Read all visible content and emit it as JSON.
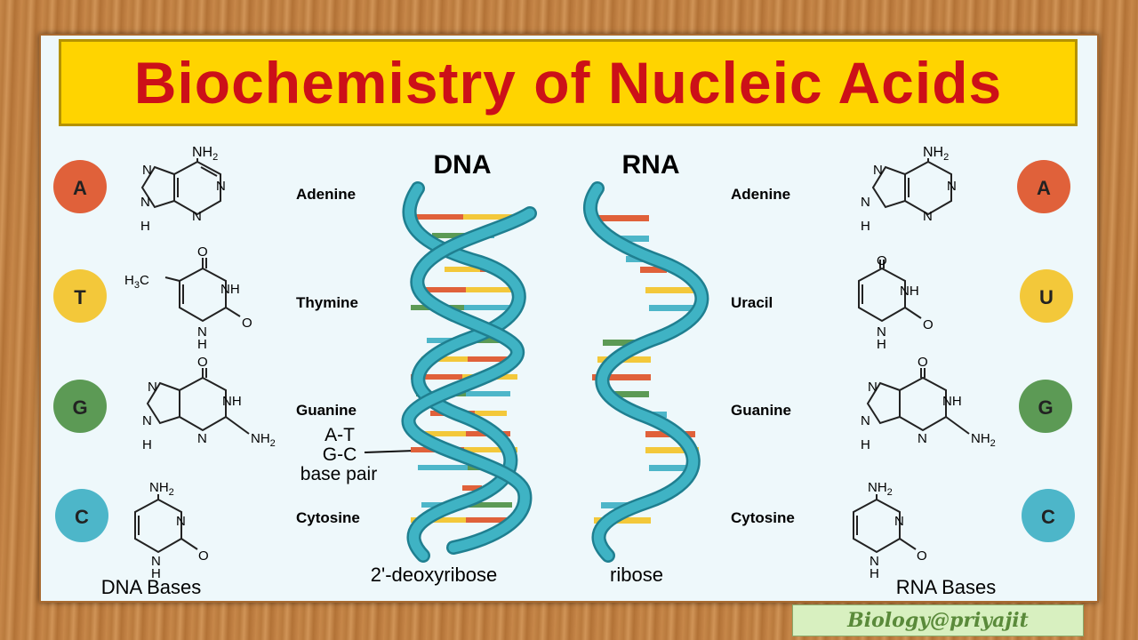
{
  "title": "Biochemistry of Nucleic Acids",
  "headings": {
    "dna": "DNA",
    "rna": "RNA"
  },
  "dna_bases": [
    {
      "letter": "A",
      "name": "Adenine",
      "color": "#e0613a"
    },
    {
      "letter": "T",
      "name": "Thymine",
      "color": "#f3c83a"
    },
    {
      "letter": "G",
      "name": "Guanine",
      "color": "#5c9a55"
    },
    {
      "letter": "C",
      "name": "Cytosine",
      "color": "#4db6c9"
    }
  ],
  "rna_bases": [
    {
      "letter": "A",
      "name": "Adenine",
      "color": "#e0613a"
    },
    {
      "letter": "U",
      "name": "Uracil",
      "color": "#f3c83a"
    },
    {
      "letter": "G",
      "name": "Guanine",
      "color": "#5c9a55"
    },
    {
      "letter": "C",
      "name": "Cytosine",
      "color": "#4db6c9"
    }
  ],
  "chem": {
    "nh2": "NH",
    "sub2": "2",
    "n": "N",
    "nh": "NH",
    "h": "H",
    "o": "O",
    "h3c": "H",
    "sub3": "3",
    "c": "C"
  },
  "base_pair_note": {
    "line1": "A-T",
    "line2": "G-C",
    "line3": "base pair"
  },
  "captions": {
    "dna_bases": "DNA Bases",
    "deoxyribose": "2'-deoxyribose",
    "ribose": "ribose",
    "rna_bases": "RNA Bases"
  },
  "watermark": "Biology@priyajit",
  "colors": {
    "helix": "#3fb3c4",
    "helix_dark": "#1f7f90",
    "title_bg": "#ffd400",
    "title_text": "#cc1018"
  }
}
